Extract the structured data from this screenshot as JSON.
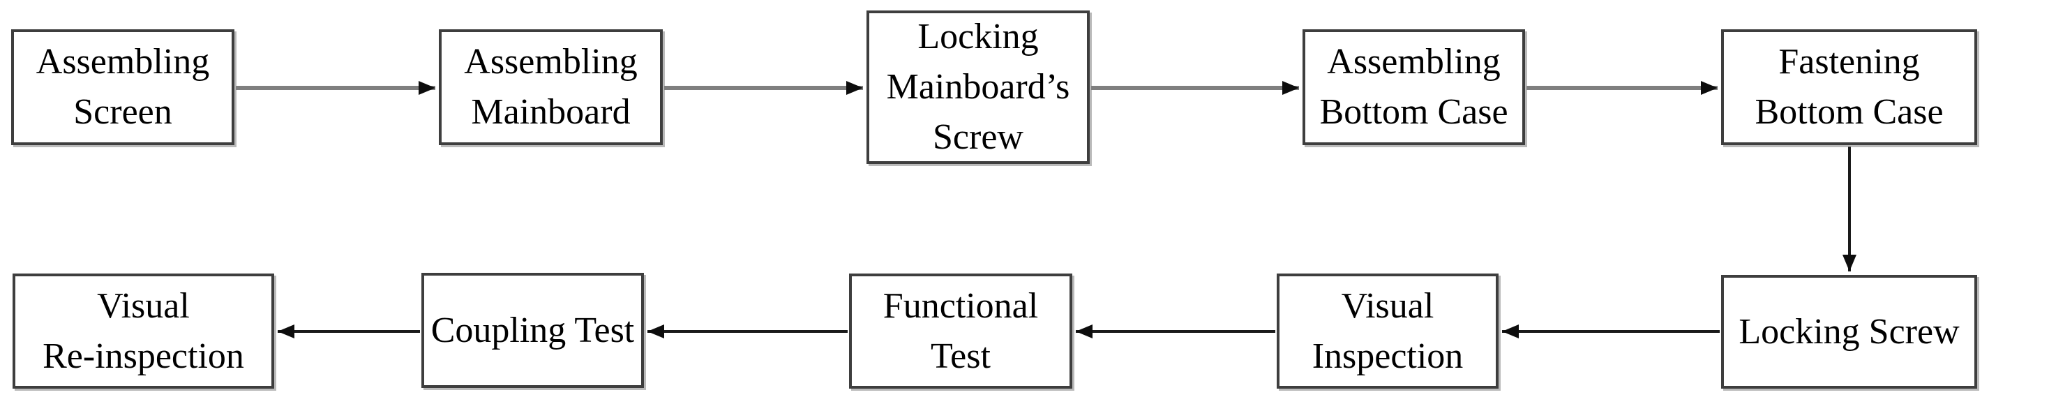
{
  "flowchart": {
    "type": "process-flow-diagram",
    "row1": [
      {
        "label": "Assembling\nScreen"
      },
      {
        "label": "Assembling\nMainboard"
      },
      {
        "label": "Locking\nMainboard’s\nScrew"
      },
      {
        "label": "Assembling\nBottom Case"
      },
      {
        "label": "Fastening\nBottom Case"
      }
    ],
    "row2": [
      {
        "label": "Visual\nRe-inspection"
      },
      {
        "label": "Coupling Test"
      },
      {
        "label": "Functional Test"
      },
      {
        "label": "Visual\nInspection"
      },
      {
        "label": "Locking Screw"
      }
    ],
    "edges": [
      {
        "from": "Assembling Screen",
        "to": "Assembling Mainboard",
        "direction": "right"
      },
      {
        "from": "Assembling Mainboard",
        "to": "Locking Mainboard’s Screw",
        "direction": "right"
      },
      {
        "from": "Locking Mainboard’s Screw",
        "to": "Assembling Bottom Case",
        "direction": "right"
      },
      {
        "from": "Assembling Bottom Case",
        "to": "Fastening Bottom Case",
        "direction": "right"
      },
      {
        "from": "Fastening Bottom Case",
        "to": "Locking Screw",
        "direction": "down"
      },
      {
        "from": "Locking Screw",
        "to": "Visual Inspection",
        "direction": "left"
      },
      {
        "from": "Visual Inspection",
        "to": "Functional Test",
        "direction": "left"
      },
      {
        "from": "Functional Test",
        "to": "Coupling Test",
        "direction": "left"
      },
      {
        "from": "Coupling Test",
        "to": "Visual Re-inspection",
        "direction": "left"
      }
    ],
    "colors": {
      "background": "#ffffff",
      "box_border": "#3e3e3e",
      "text": "#000000",
      "top_arrow_line": "#7f7f7f",
      "bottom_arrow_line": "#1a1a1a",
      "arrowhead": "#0d0d0d"
    }
  }
}
